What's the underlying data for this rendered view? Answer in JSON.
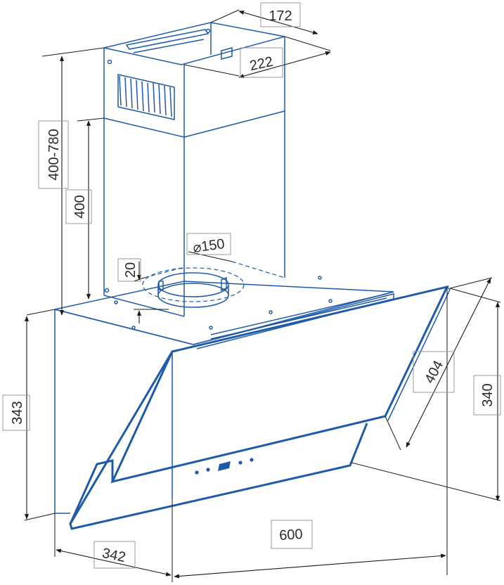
{
  "dimensions": {
    "chimney_depth": "172",
    "chimney_width": "222",
    "total_height_range": "400-780",
    "chimney_height": "400",
    "outlet_diameter": "⌀150",
    "outlet_offset": "20",
    "body_height": "343",
    "glass_height": "340",
    "glass_diagonal": "404",
    "hood_width": "600",
    "hood_depth": "342"
  },
  "colors": {
    "outline": "#1f5aa8",
    "dimension_line": "#1a1a1a",
    "label_box": "#9a9a9a"
  }
}
